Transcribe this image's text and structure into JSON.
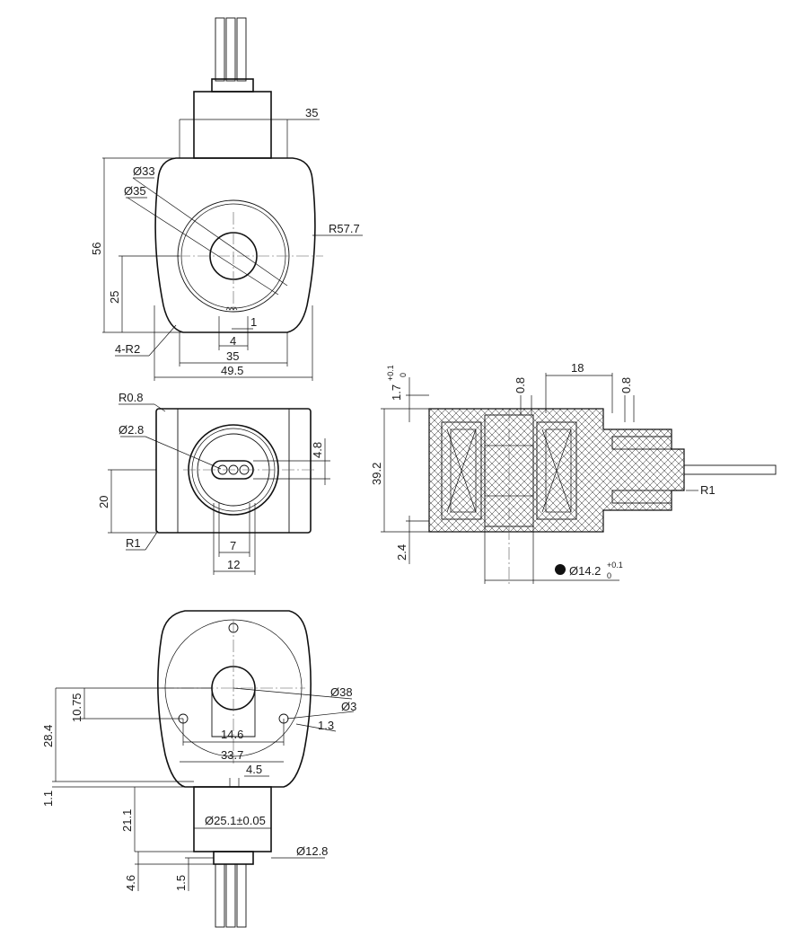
{
  "views": {
    "top": {
      "width_top": "35",
      "dia_inner": "Ø33",
      "dia_outer": "Ø35",
      "side_radius": "R57.7",
      "height_total": "56",
      "height_center": "25",
      "notch_width": "1",
      "notch_span": "4",
      "width_base": "35",
      "width_total": "49.5",
      "corner_radius": "4-R2"
    },
    "middle": {
      "corner_r08": "R0.8",
      "pin_dia": "Ø2.8",
      "pin_row_height": "4.8",
      "center_height": "20",
      "corner_r1": "R1",
      "pin_span": "7",
      "pin_boss": "12"
    },
    "section": {
      "width_top": "18",
      "wall_left": "0.8",
      "wall_right": "0.8",
      "top_tol_main": "1.7",
      "top_tol_sup": "+0.1",
      "top_tol_sub": "0",
      "height_total": "39.2",
      "bottom_offset": "2.4",
      "bore_main": "Ø14.2",
      "bore_sup": "+0.1",
      "bore_sub": "0",
      "lead_radius": "R1"
    },
    "bottom": {
      "circle_dia": "Ø38",
      "hole_dia": "Ø3",
      "hole_offset": "1.3",
      "height_a": "10.75",
      "height_b": "28.4",
      "hole_span": "14.6",
      "flat_width": "33.7",
      "notch_width": "4.5",
      "step": "1.1",
      "neck_height": "21.1",
      "neck_dia": "Ø25.1±0.05",
      "stub_dia": "Ø12.8",
      "stub_height": "4.6",
      "lip": "1.5"
    }
  }
}
